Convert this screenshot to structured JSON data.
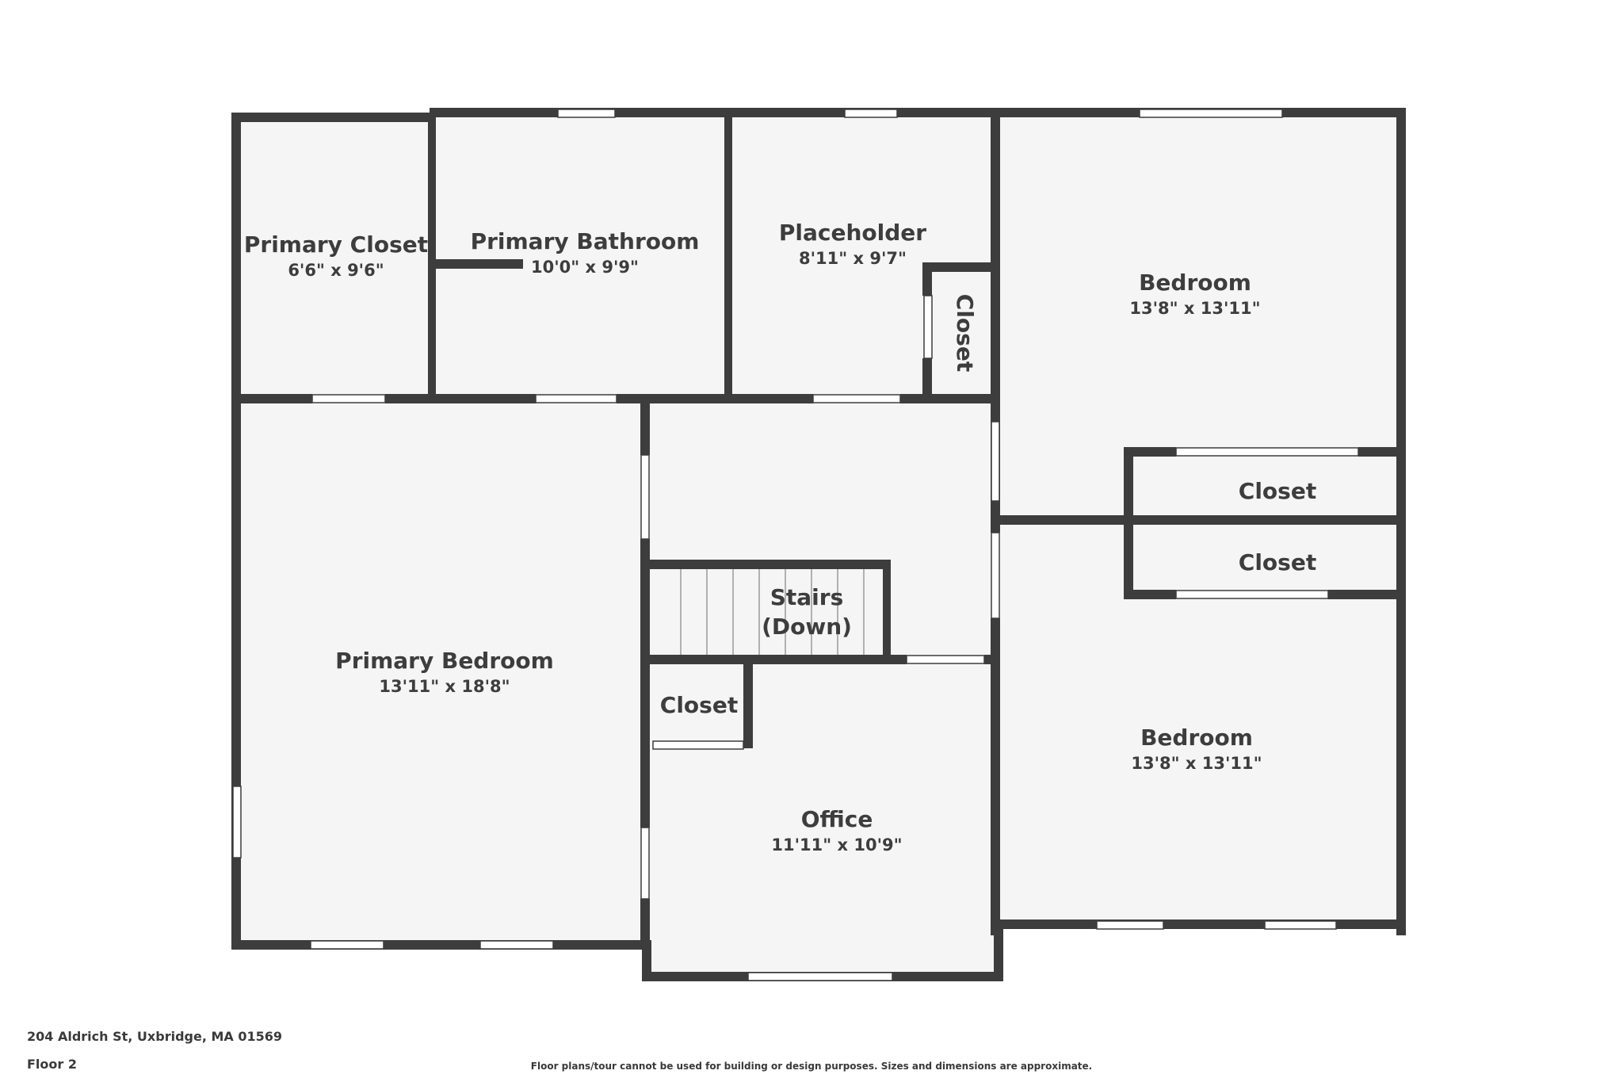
{
  "colors": {
    "wall": "#3d3d3d",
    "floor": "#f5f5f5",
    "opening": "#ffffff",
    "text": "#3d3d3d"
  },
  "rooms": {
    "primary_closet": {
      "name": "Primary Closet",
      "dims": "6'6\" x 9'6\""
    },
    "primary_bathroom": {
      "name": "Primary Bathroom",
      "dims": "10'0\" x 9'9\""
    },
    "placeholder": {
      "name": "Placeholder",
      "dims": "8'11\" x 9'7\""
    },
    "placeholder_closet": {
      "name": "Closet"
    },
    "bedroom_top": {
      "name": "Bedroom",
      "dims": "13'8\" x 13'11\""
    },
    "closet_upper": {
      "name": "Closet"
    },
    "closet_lower": {
      "name": "Closet"
    },
    "primary_bedroom": {
      "name": "Primary Bedroom",
      "dims": "13'11\" x 18'8\""
    },
    "stairs": {
      "name_line1": "Stairs",
      "name_line2": "(Down)"
    },
    "office_closet": {
      "name": "Closet"
    },
    "office": {
      "name": "Office",
      "dims": "11'11\" x 10'9\""
    },
    "bedroom_bottom": {
      "name": "Bedroom",
      "dims": "13'8\" x 13'11\""
    }
  },
  "footer": {
    "address": "204 Aldrich St, Uxbridge, MA 01569",
    "floor": "Floor 2",
    "disclaimer": "Floor plans/tour cannot be used for building or design purposes. Sizes and dimensions are approximate."
  }
}
